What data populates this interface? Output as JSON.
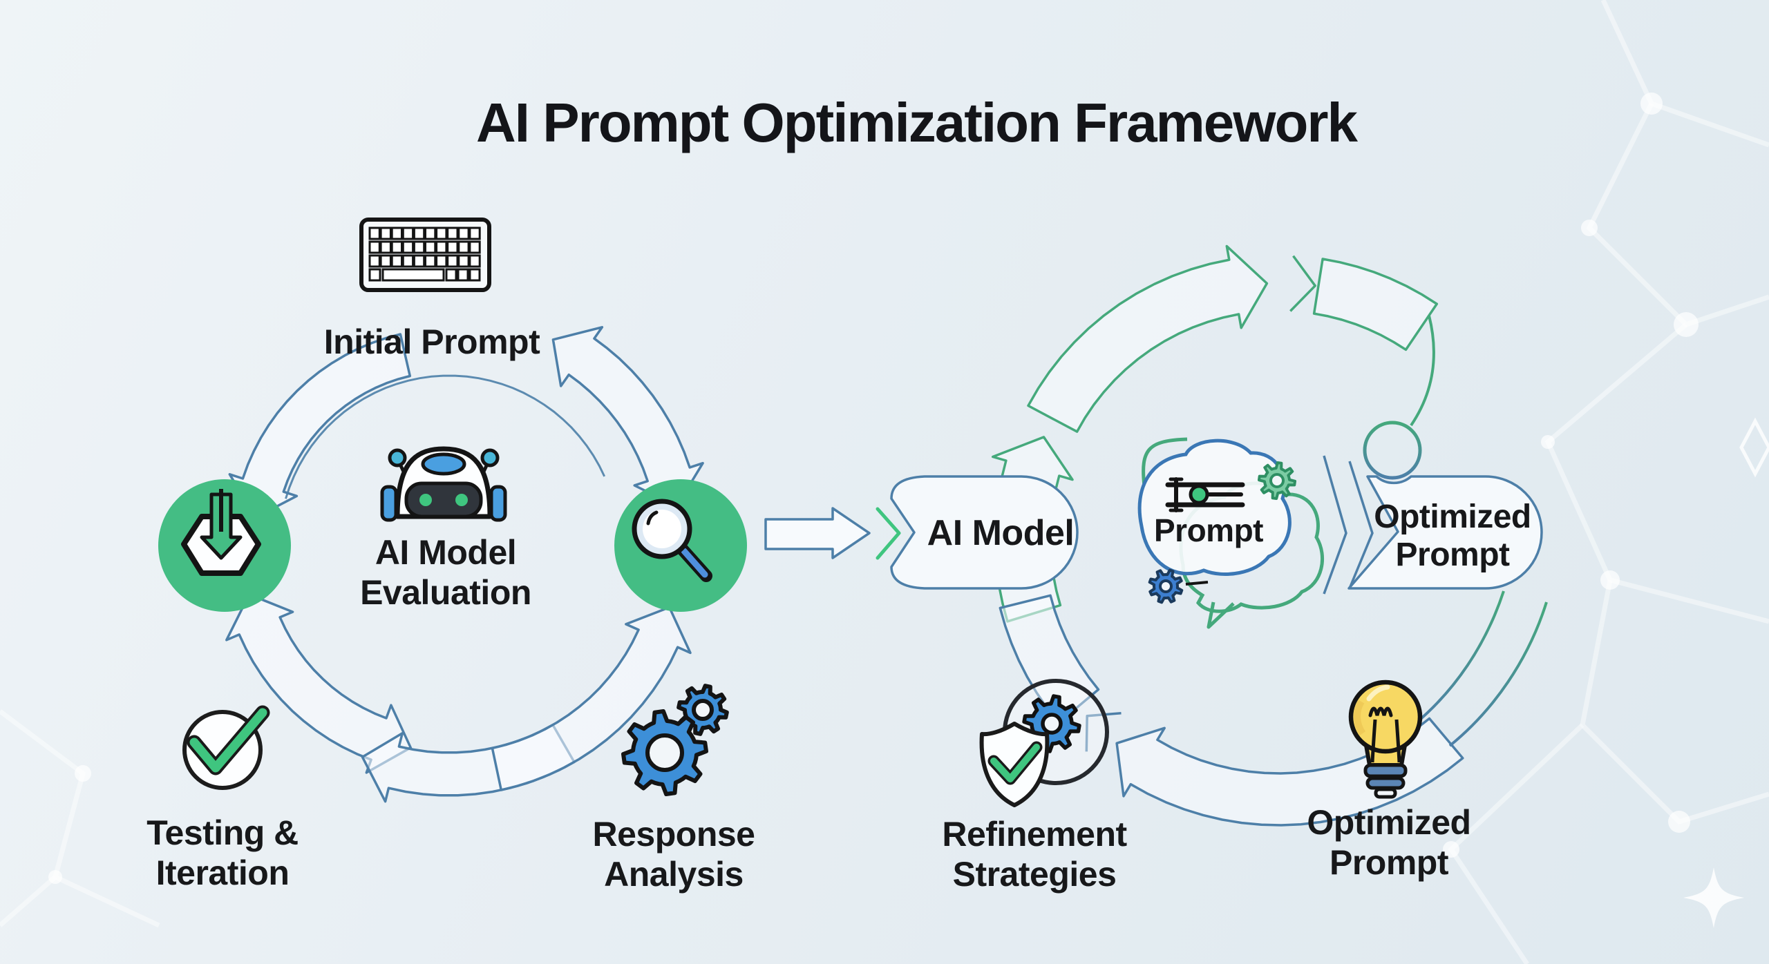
{
  "title": "AI Prompt Optimization Framework",
  "left_cycle": {
    "initial_prompt_label": "Initial Prompt",
    "center_label": [
      "AI Model",
      "Evaluation"
    ],
    "testing_label": [
      "Testing &",
      "Iteration"
    ],
    "response_label": [
      "Response",
      "Analysis"
    ]
  },
  "connector": {
    "ai_model_box_label": "AI Model"
  },
  "right_cycle": {
    "prompt_bubble_label": "Prompt",
    "optimized_box_label": [
      "Optimized",
      "Prompt"
    ],
    "refinement_label": [
      "Refinement",
      "Strategies"
    ],
    "optimized_result_label": [
      "Optimized",
      "Prompt"
    ]
  },
  "icons": {
    "keyboard": "keyboard-icon",
    "robot": "robot-icon",
    "input_download": "download-shield-icon",
    "magnifier": "magnifier-icon",
    "check_circle": "check-circle-icon",
    "gears": "gears-icon",
    "prompt_bubble": "speech-bubble-icon",
    "slider": "slider-settings-icon",
    "shield_check_gear": "shield-check-gear-icon",
    "lightbulb": "lightbulb-icon"
  },
  "colors": {
    "background": "#e8eef2",
    "title_text": "#141519",
    "label_text": "#17181a",
    "cycle_blue": "#4d7fa8",
    "cycle_green": "#45a97c",
    "green_circle_fill": "#44bd84",
    "check_green": "#3fc57f",
    "gear_blue": "#3d8fd8",
    "robot_blue": "#4a9fe0",
    "bulb_yellow": "#f7d863",
    "bulb_base_blue": "#5b85b5"
  }
}
